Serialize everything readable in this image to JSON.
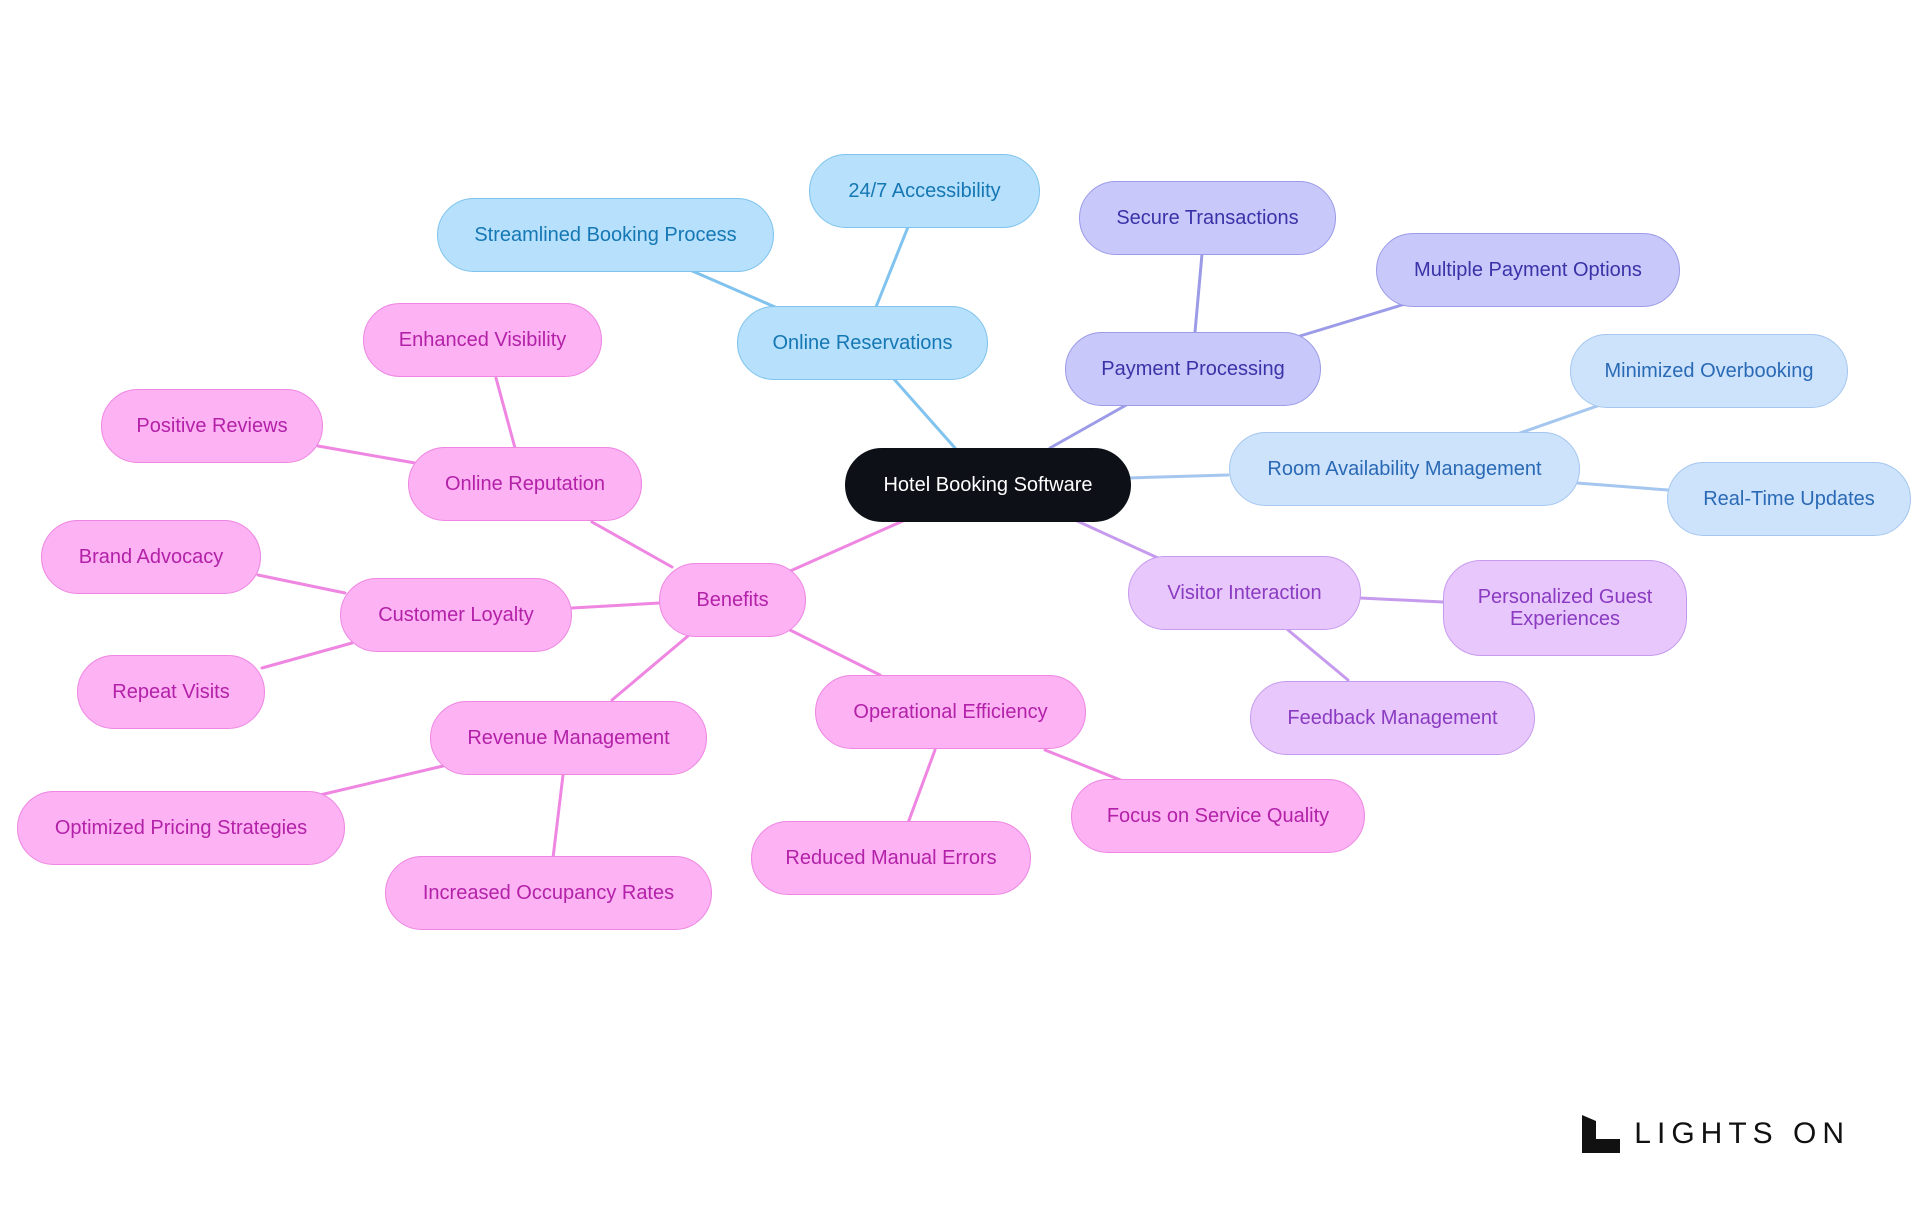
{
  "diagram": {
    "root": {
      "label": "Hotel Booking Software"
    },
    "branches": {
      "online_reservations": {
        "label": "Online Reservations",
        "children": [
          "Streamlined Booking Process",
          "24/7 Accessibility"
        ]
      },
      "payment_processing": {
        "label": "Payment Processing",
        "children": [
          "Secure Transactions",
          "Multiple Payment Options"
        ]
      },
      "room_availability": {
        "label": "Room Availability Management",
        "children": [
          "Minimized Overbooking",
          "Real-Time Updates"
        ]
      },
      "visitor_interaction": {
        "label": "Visitor Interaction",
        "children": [
          "Personalized Guest Experiences",
          "Feedback Management"
        ]
      },
      "benefits": {
        "label": "Benefits",
        "online_reputation": {
          "label": "Online Reputation",
          "children": [
            "Enhanced Visibility",
            "Positive Reviews"
          ]
        },
        "customer_loyalty": {
          "label": "Customer Loyalty",
          "children": [
            "Brand Advocacy",
            "Repeat Visits"
          ]
        },
        "revenue_management": {
          "label": "Revenue Management",
          "children": [
            "Optimized Pricing Strategies",
            "Increased Occupancy Rates"
          ]
        },
        "operational_efficiency": {
          "label": "Operational Efficiency",
          "children": [
            "Reduced Manual Errors",
            "Focus on Service Quality"
          ]
        }
      }
    }
  },
  "colors": {
    "root": "#0d1117",
    "sky": "#b6e0fc",
    "sky_line": "#7fc3ee",
    "indigo": "#c8c8fb",
    "indigo_line": "#9b9be8",
    "pale": "#cde3fb",
    "pale_line": "#a4c6ef",
    "lilac": "#e8c7fc",
    "lilac_line": "#c69bee",
    "pink": "#fcb2f3",
    "pink_line": "#ee86e2"
  },
  "logo": {
    "text": "LIGHTS ON"
  }
}
